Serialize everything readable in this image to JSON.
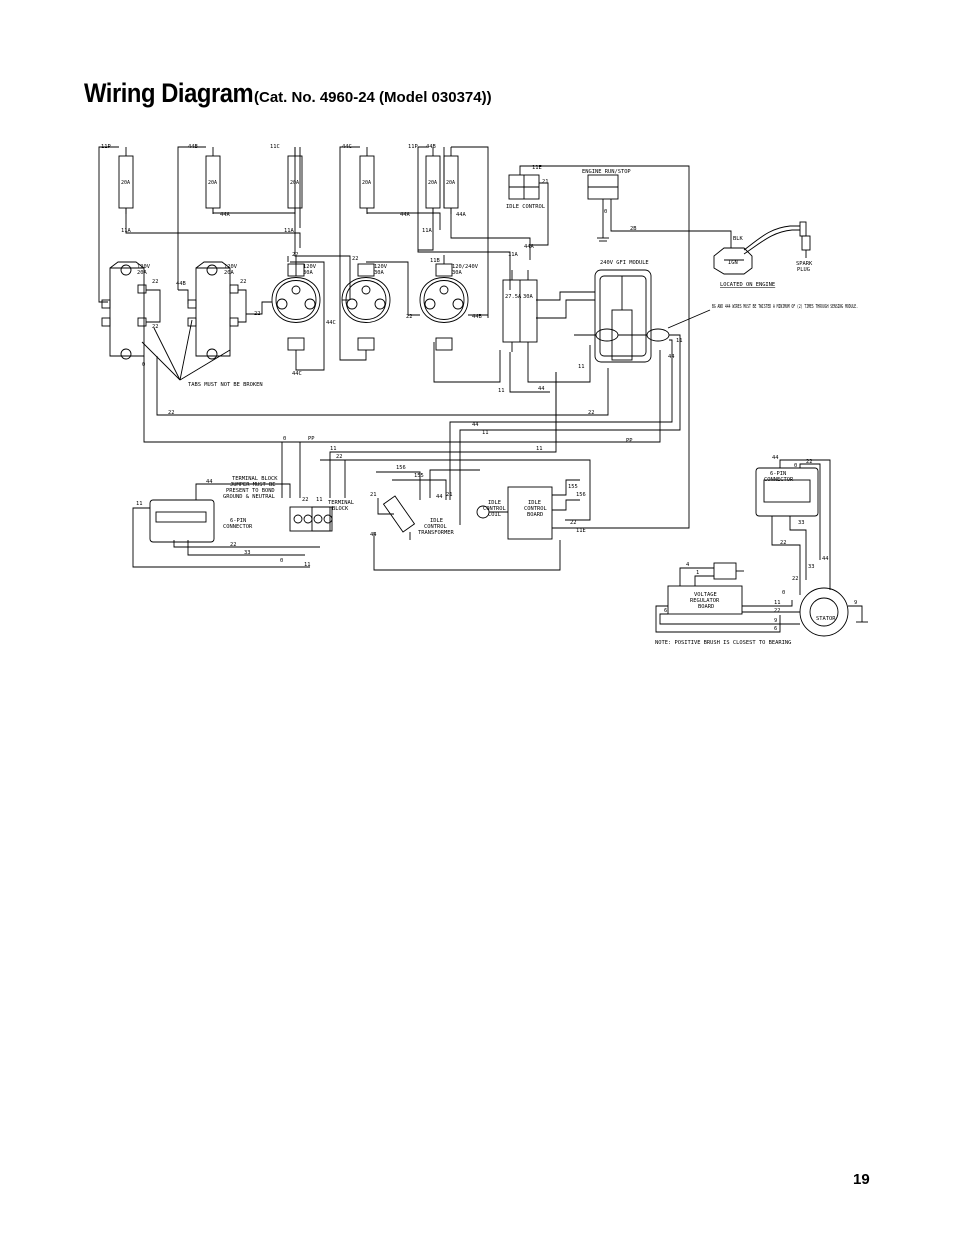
{
  "page": {
    "title": "Wiring Diagram",
    "subtitle": "(Cat. No. 4960-24 (Model 030374))",
    "page_number": "19"
  },
  "colors": {
    "ink": "#000000",
    "paper": "#ffffff"
  },
  "breakers": [
    {
      "rating": "20A",
      "top": "11P",
      "bottom": "11A"
    },
    {
      "rating": "20A",
      "top": "44B",
      "bottom": "44A"
    },
    {
      "rating": "20A",
      "top": "11C",
      "bottom": "11A"
    },
    {
      "rating": "20A",
      "top": "44C",
      "bottom": "44A"
    },
    {
      "rating": "20A",
      "top": "11P",
      "bottom": "11A"
    },
    {
      "rating": "20A",
      "top": "44B",
      "bottom": "44A"
    }
  ],
  "components": {
    "idle_control": "IDLE CONTROL",
    "engine_run_stop": "ENGINE RUN/STOP",
    "gfi_module": "240V GFI MODULE",
    "breaker_pair": [
      "27.5A",
      "30A"
    ],
    "twist_note": "BG AND 444 WIRES MUST BE TWISTED A MINIMUM OF (2) TIMES THROUGH SENSING MODULE.",
    "tabs_note": "TABS MUST NOT BE BROKEN",
    "located_on_engine": "LOCATED ON ENGINE",
    "spark_plug": [
      "SPARK",
      "PLUG"
    ],
    "blk": "BLK",
    "ign": "IGN",
    "terminal_block_note": [
      "TERMINAL BLOCK",
      "JUMPER MUST BE",
      "PRESENT TO BOND",
      "GROUND & NEUTRAL"
    ],
    "terminal_block": [
      "TERMINAL",
      "BLOCK"
    ],
    "idle_transformer": [
      "IDLE",
      "CONTROL",
      "TRANSFORMER"
    ],
    "idle_coil": [
      "IDLE",
      "CONTROL",
      "COIL"
    ],
    "idle_board": [
      "IDLE",
      "CONTROL",
      "BOARD"
    ],
    "connector_left": [
      "6-PIN",
      "CONNECTOR"
    ],
    "connector_right": [
      "6-PIN",
      "CONNECTOR"
    ],
    "regulator": [
      "VOLTAGE",
      "REGULATOR",
      "BOARD"
    ],
    "stator": "STATOR",
    "brush_note": "NOTE: POSITIVE BRUSH IS CLOSEST TO BEARING"
  },
  "receptacles": [
    {
      "label": [
        "120V",
        "20A"
      ]
    },
    {
      "label": [
        "120V",
        "20A"
      ]
    },
    {
      "label": [
        "120V",
        "30A"
      ]
    },
    {
      "label": [
        "120V",
        "30A"
      ]
    },
    {
      "label": [
        "120/240V",
        "30A"
      ]
    }
  ],
  "wire_labels": {
    "w22": "22",
    "w11": "11",
    "w44": "44",
    "w0": "0",
    "w11a": "11A",
    "w44a": "44A",
    "w44b": "44B",
    "w44c": "44C",
    "w11b": "11B",
    "w11e": "11E",
    "w22b": "22",
    "w21": "21",
    "w2b": "2B",
    "w155": "155",
    "w156": "156",
    "w1": "1",
    "w4": "4",
    "w33": "33",
    "w6": "6",
    "w9": "9",
    "wpp": "PP"
  }
}
